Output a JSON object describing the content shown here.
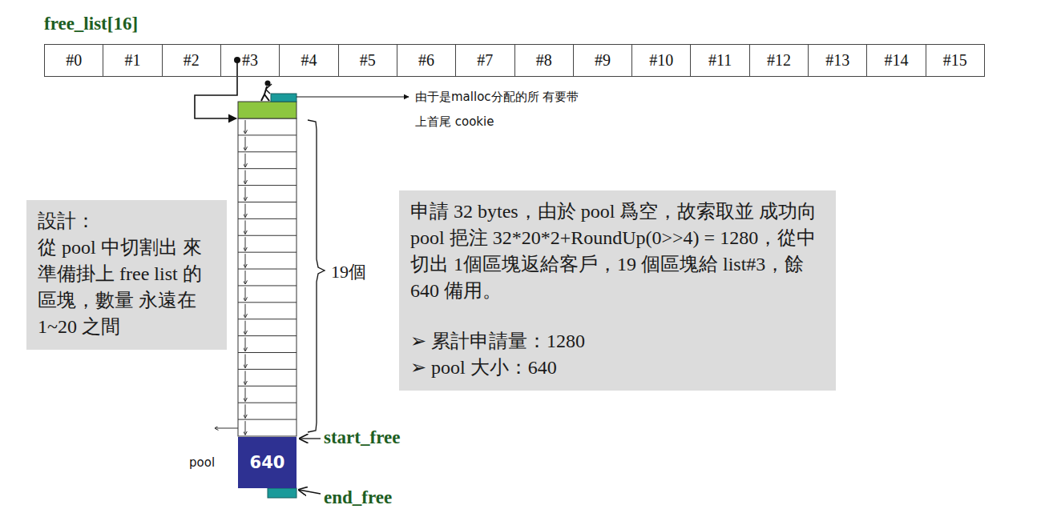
{
  "diagram": {
    "title": "free_list[16]",
    "nodes": [
      {
        "text": [
          "#0"
        ]
      },
      {
        "text": [
          "#1"
        ]
      },
      {
        "text": [
          "#2"
        ]
      },
      {
        "text": [
          "#3"
        ]
      },
      {
        "text": [
          "#4"
        ]
      },
      {
        "text": [
          "#5"
        ]
      },
      {
        "text": [
          "#6"
        ]
      },
      {
        "text": [
          "#7"
        ]
      },
      {
        "text": [
          "#8"
        ]
      },
      {
        "text": [
          "#9"
        ]
      },
      {
        "text": [
          "#10"
        ]
      },
      {
        "text": [
          "#11"
        ]
      },
      {
        "text": [
          "#12"
        ]
      },
      {
        "text": [
          "#13"
        ]
      },
      {
        "text": [
          "#14"
        ]
      },
      {
        "text": [
          "#15"
        ]
      },
      {
        "text": [
          "設計：",
          "從 pool 中切割出 來準備掛上 free list 的區塊，數量 永遠在 1~20 之間"
        ]
      },
      {
        "text": [
          "申請 32 bytes，由於 pool 爲空，故索取並 成功向 pool 挹注 32*20*2+RoundUp(0>>4) = 1280，從中切出 1個區塊返給客戶，19 個區塊給 list#3，餘 640 備用。",
          "➢ 累計申請量：1280",
          "➢ pool 大小：640"
        ]
      },
      {
        "text": [
          "640"
        ]
      }
    ],
    "labels": [
      "由于是malloc分配的所 有要带上首尾 cookie",
      "19個",
      "pool",
      "start_free",
      "end_free"
    ]
  }
}
